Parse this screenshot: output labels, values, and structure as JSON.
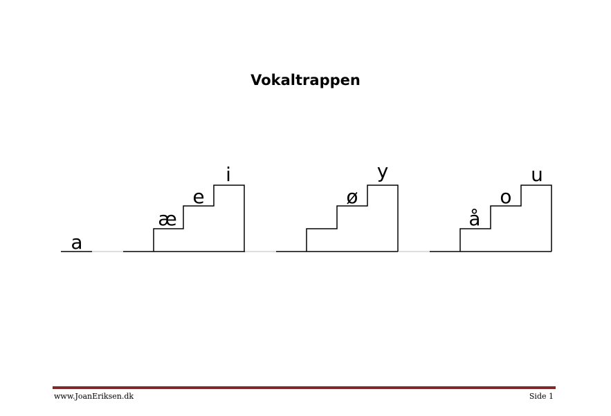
{
  "document": {
    "title": "Vokaltrappen"
  },
  "stairs": {
    "letters": {
      "a": "a",
      "ae": "æ",
      "e": "e",
      "i": "i",
      "oe": "ø",
      "y": "y",
      "aa": "å",
      "o": "o",
      "u": "u"
    }
  },
  "footer": {
    "website": "www.JoanEriksen.dk",
    "page_label": "Side 1"
  }
}
